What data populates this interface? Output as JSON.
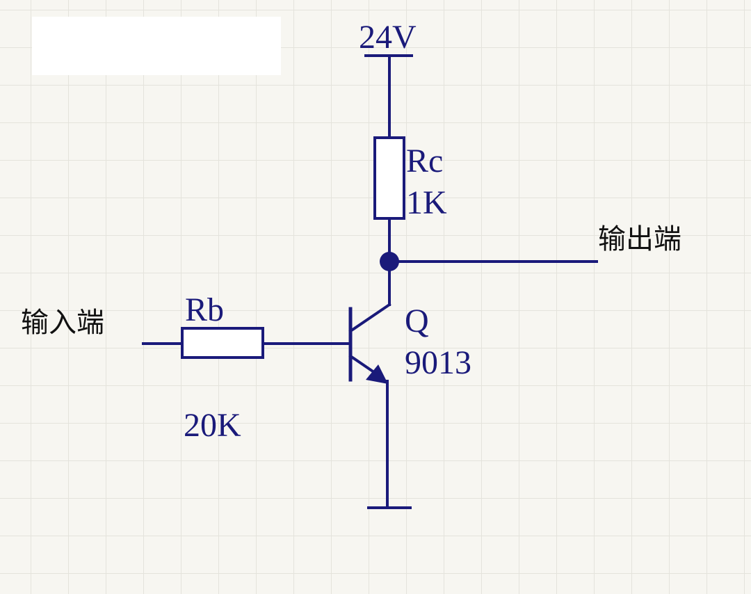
{
  "supply": {
    "label": "24V"
  },
  "collector_resistor": {
    "name": "Rc",
    "value": "1K"
  },
  "base_resistor": {
    "name": "Rb",
    "value": "20K"
  },
  "transistor": {
    "name": "Q",
    "part": "9013"
  },
  "output": {
    "label": "输出端"
  },
  "input": {
    "label": "输入端"
  },
  "colors": {
    "wire": "#1a1a7a",
    "component_fill": "#ffffff",
    "background": "#f7f6f1",
    "grid": "#e4e3dc",
    "text_cjk": "#111111"
  }
}
